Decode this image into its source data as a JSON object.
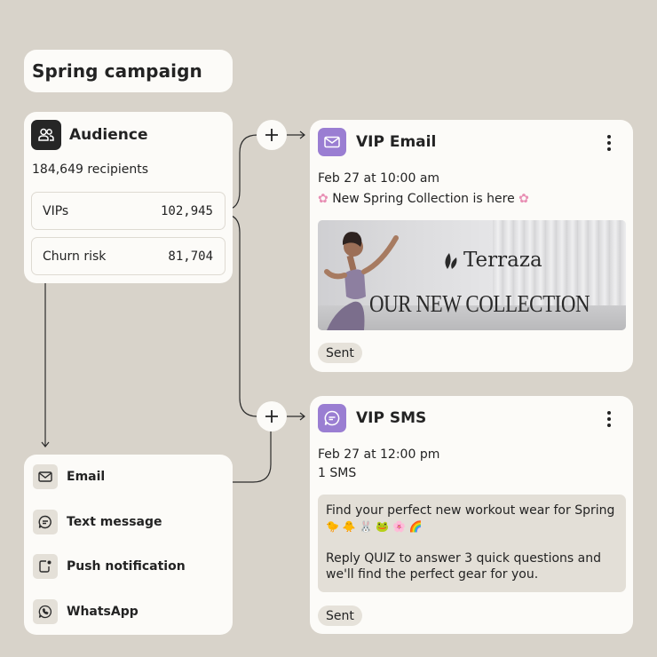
{
  "campaign": {
    "title": "Spring campaign"
  },
  "audience": {
    "title": "Audience",
    "recipients": "184,649 recipients",
    "segments": [
      {
        "label": "VIPs",
        "count": "102,945"
      },
      {
        "label": "Churn risk",
        "count": "81,704"
      }
    ]
  },
  "channels": {
    "items": [
      {
        "label": "Email",
        "icon": "mail-icon"
      },
      {
        "label": "Text message",
        "icon": "chat-bubble-icon"
      },
      {
        "label": "Push notification",
        "icon": "push-icon"
      },
      {
        "label": "WhatsApp",
        "icon": "whatsapp-icon"
      }
    ]
  },
  "vip_email": {
    "title": "VIP Email",
    "schedule": "Feb 27 at 10:00 am",
    "subject": "New Spring Collection is here",
    "hero": {
      "brand": "Terraza",
      "headline": "OUR NEW COLLECTION"
    },
    "status": "Sent"
  },
  "vip_sms": {
    "title": "VIP SMS",
    "schedule": "Feb 27 at 12:00 pm",
    "count": "1 SMS",
    "body_line1": "Find your perfect new workout wear for Spring",
    "emoji_line": "🐤 🐥 🐰 🐸 🌸 🌈",
    "body_line2": "Reply QUIZ to answer 3 quick questions and",
    "body_line3": "we'll find the perfect gear for you.",
    "status": "Sent"
  },
  "colors": {
    "background": "#d8d3ca",
    "card": "#fcfbf8",
    "accent_purple": "#9a7ed2",
    "dark_icon": "#262626"
  }
}
